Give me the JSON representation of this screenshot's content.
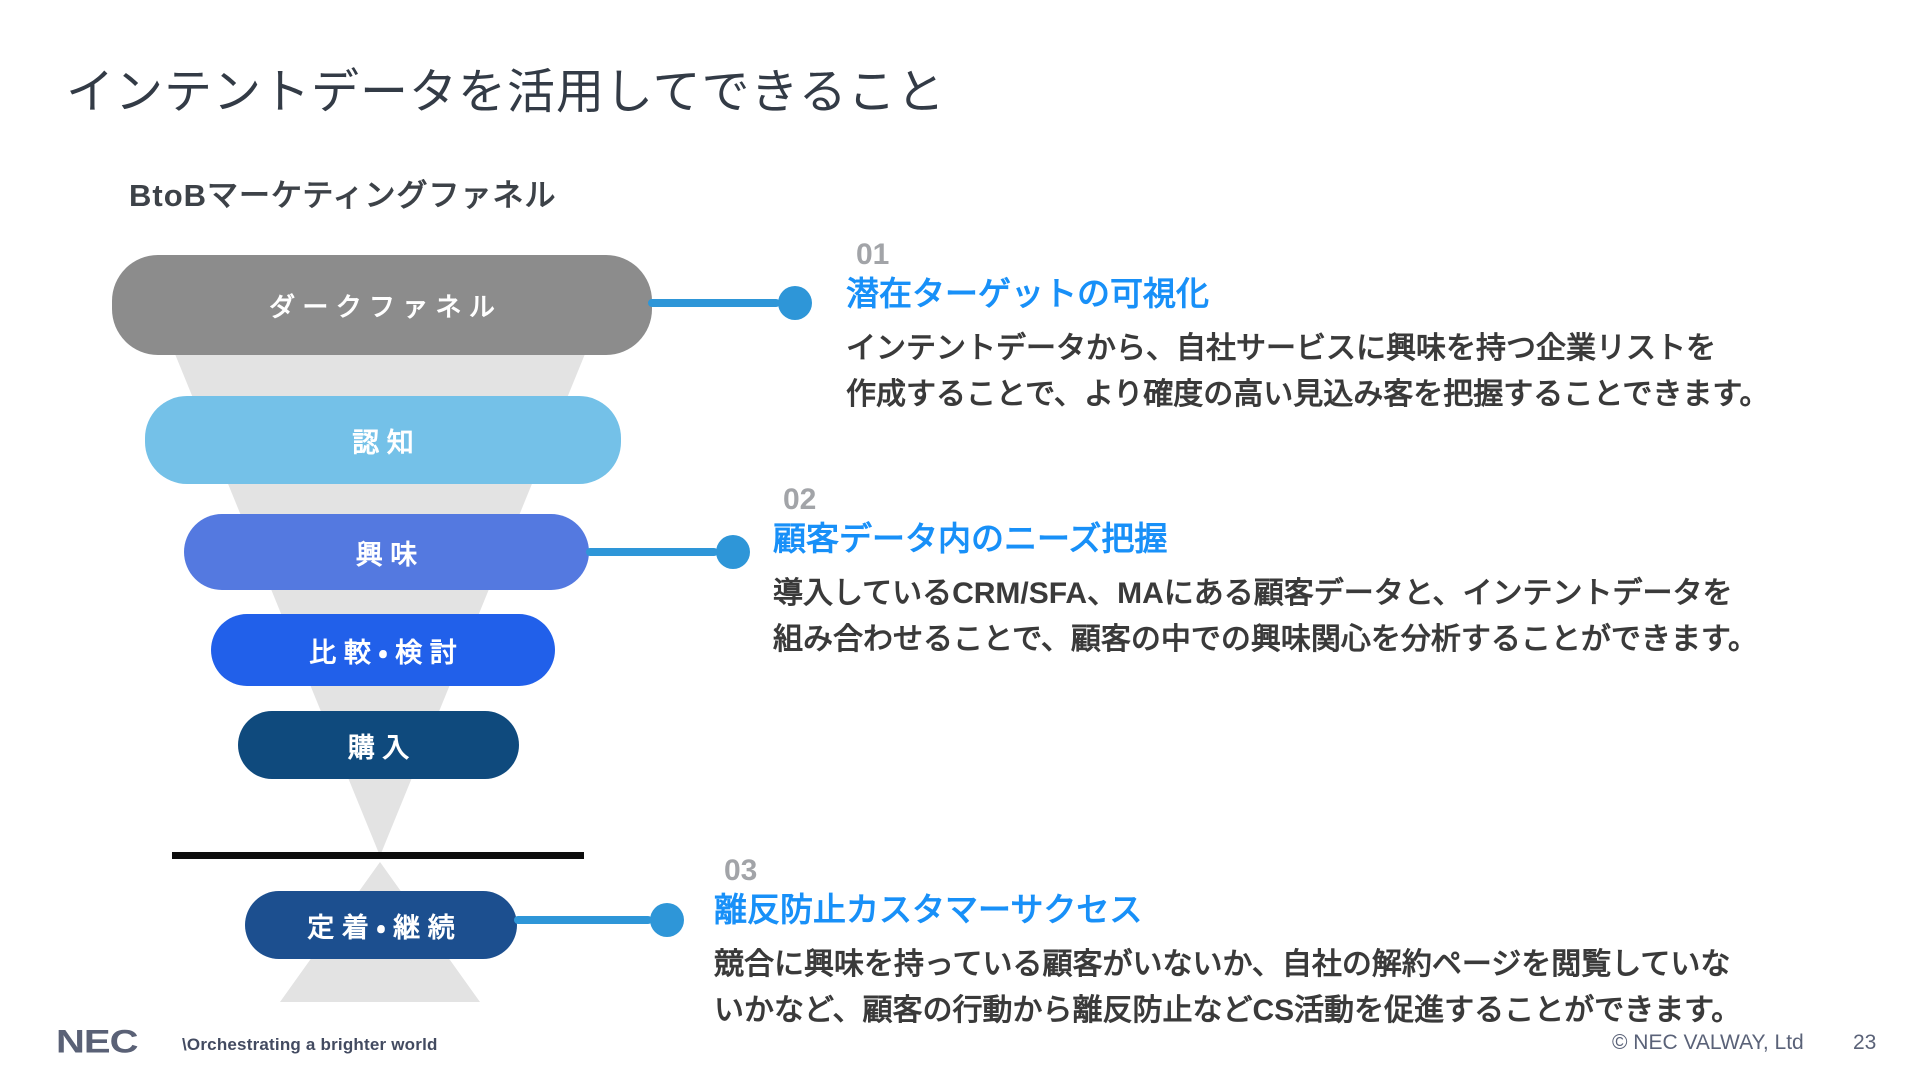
{
  "slide": {
    "title": "インテントデータを活用してできること",
    "funnel": {
      "heading": "BtoBマーケティングファネル",
      "stages": [
        {
          "label": "ダークファネル",
          "color": "#8c8c8c"
        },
        {
          "label": "認知",
          "color": "#74c1e8"
        },
        {
          "label": "興味",
          "color": "#5479e0"
        },
        {
          "label": "比較・検討",
          "color": "#2160ea"
        },
        {
          "label": "購入",
          "color": "#0f4a7d"
        },
        {
          "label": "定着・継続",
          "color": "#1c4f8f"
        }
      ]
    },
    "sections": [
      {
        "number": "01",
        "heading": "潜在ターゲットの可視化",
        "body_line1": "インテントデータから、自社サービスに興味を持つ企業リストを",
        "body_line2": "作成することで、より確度の高い見込み客を把握することできます。"
      },
      {
        "number": "02",
        "heading": "顧客データ内のニーズ把握",
        "body_line1": "導入しているCRM/SFA、MAにある顧客データと、インテントデータを",
        "body_line2": "組み合わせることで、顧客の中での興味関心を分析することができます。"
      },
      {
        "number": "03",
        "heading": "離反防止カスタマーサクセス",
        "body_line1": "競合に興味を持っている顧客がいないか、自社の解約ページを閲覧していな",
        "body_line2": "いかなど、顧客の行動から離反防止などCS活動を促進することができます。"
      }
    ],
    "footer": {
      "logo": "NEC",
      "tagline": "\\Orchestrating a brighter world",
      "copyright": "© NEC VALWAY, Ltd",
      "page": "23"
    },
    "colors": {
      "accent_blue": "#1890f8",
      "connector_blue": "#2e96d8",
      "number_gray": "#a2a4a8",
      "funnel_shadow_gray": "#e3e3e3"
    }
  }
}
